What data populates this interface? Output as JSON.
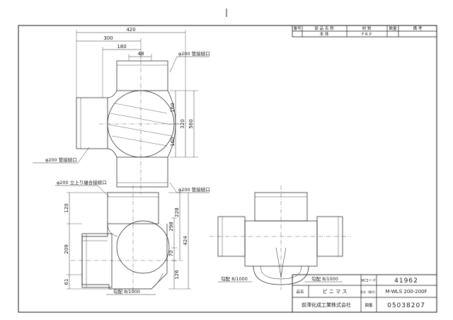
{
  "parts_table": {
    "headers": [
      "番号",
      "部 品 名 称",
      "材 質",
      "数量",
      "備 考"
    ],
    "row": {
      "name": "本 体",
      "material": "F R P"
    }
  },
  "top_view": {
    "dims": {
      "w420": "420",
      "w300": "300",
      "w180": "180",
      "w48": "48",
      "h160a": "160",
      "h160b": "160",
      "h320": "320",
      "h560": "560"
    },
    "notes": {
      "top_right": "φ200 管接続口",
      "left": "φ200 管接続口",
      "bottom_right": "φ200 管接続口"
    }
  },
  "front_view": {
    "dims": {
      "h120": "120",
      "h209": "209",
      "h61": "61",
      "h228": "228",
      "h298": "298",
      "h70": "70",
      "h424": "424",
      "h126": "126"
    },
    "note": "φ200 立上り継合接続口",
    "slope": "勾配 8/1000"
  },
  "side_view": {
    "slope_left": "勾配 8/1000",
    "slope_right": "勾配 8/1000"
  },
  "title_block": {
    "mcode_label": "Mコード",
    "mcode_value": "41962",
    "name_label": "品名",
    "name_value": "ピ ニ マ ス",
    "model_label": "型式（略号）",
    "model_value": "M-WLS 200-200F",
    "company": "前澤化成工業株式会社",
    "drawing_label": "図番",
    "drawing_value": "05038207"
  }
}
